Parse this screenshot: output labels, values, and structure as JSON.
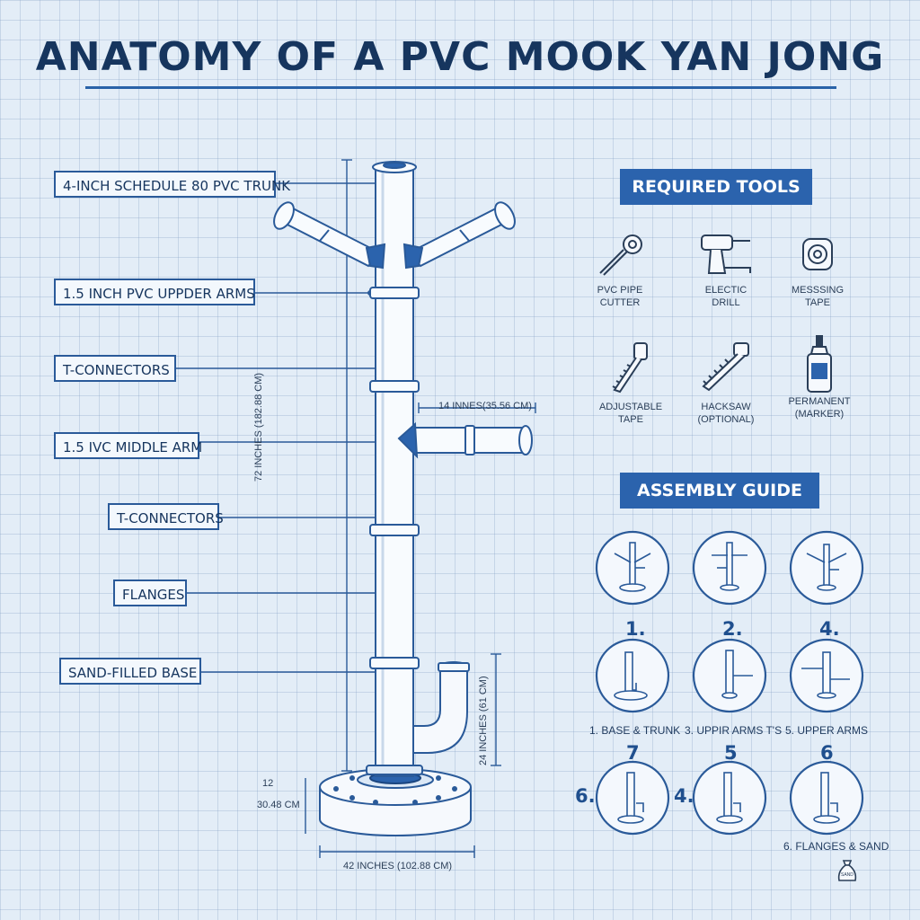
{
  "title": "ANATOMY OF A PVC MOOK YAN JONG",
  "labels": [
    {
      "text": "4-INCH SCHEDULE 80 PVC TRUNK"
    },
    {
      "text": "1.5 INCH PVC UPPDER ARMS"
    },
    {
      "text": "T-CONNECTORS"
    },
    {
      "text": "1.5 IVC MIDDLE ARM"
    },
    {
      "text": "T-CONNECTORS"
    },
    {
      "text": "FLANGES"
    },
    {
      "text": "SAND-FILLED BASE"
    }
  ],
  "dimensions": {
    "height": "72  INCHES (182.88 CM)",
    "arm": "14 INNES(35.56 CM)",
    "pipe": "24 INCHES (61 CM)",
    "base_h1": "12",
    "base_h2": "30.48 CM",
    "width": "42 INCHES (102.88 CM)"
  },
  "tools": {
    "header": "REQUIRED TOOLS",
    "items": [
      {
        "line1": "PVC PIPE",
        "line2": "CUTTER",
        "icon": "wrench-icon"
      },
      {
        "line1": "ELECTIC",
        "line2": "DRILL",
        "icon": "drill-icon"
      },
      {
        "line1": "MESSSING",
        "line2": "TAPE",
        "icon": "tape-measure-icon"
      },
      {
        "line1": "ADJUSTABLE",
        "line2": "TAPE",
        "icon": "saw-icon"
      },
      {
        "line1": "HACKSAW",
        "line2": "(OPTIONAL)",
        "icon": "hacksaw-icon"
      },
      {
        "line1": "PERMANENT",
        "line2": "(MARKER)",
        "icon": "glue-bottle-icon"
      }
    ]
  },
  "assembly": {
    "header": "ASSEMBLY GUIDE",
    "row1_numbers": [
      "1.",
      "2.",
      "4."
    ],
    "row2_captions": [
      "1. BASE & TRUNK",
      "3. UPPIR ARMS T'S",
      "5. UPPER ARMS"
    ],
    "row3_numbers": [
      "7",
      "5",
      "6"
    ],
    "row3_side": [
      "6.",
      "4."
    ],
    "row3_caption": "6. FLANGES & SAND",
    "bottle_label": "SAND"
  },
  "colors": {
    "ink": "#16355e",
    "accent": "#2b63ad",
    "paper": "#e3edf7"
  }
}
